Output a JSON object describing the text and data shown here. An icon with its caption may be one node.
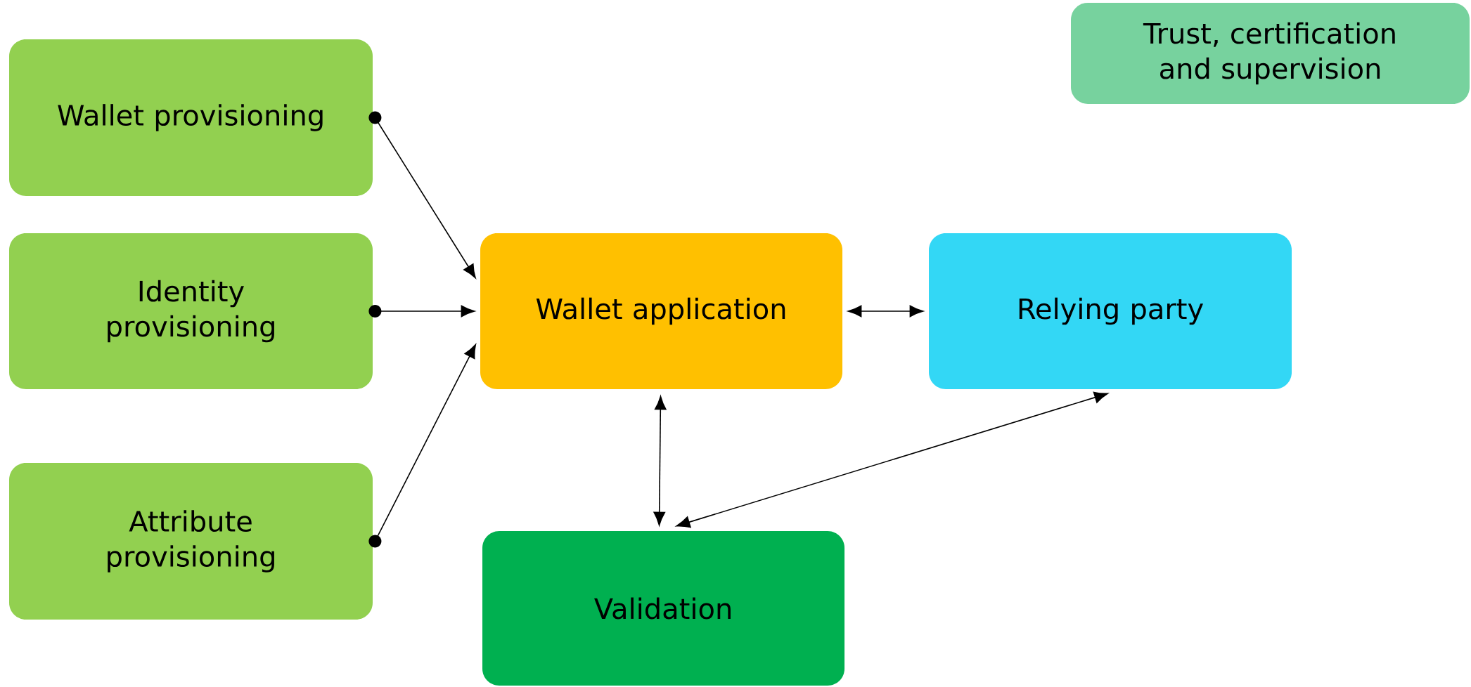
{
  "diagram": {
    "nodes": [
      {
        "text": [
          "Wallet provisioning"
        ]
      },
      {
        "text": [
          "Identity provisioning"
        ]
      },
      {
        "text": [
          "Attribute provisioning"
        ]
      },
      {
        "text": [
          "Wallet application"
        ]
      },
      {
        "text": [
          "Relying party"
        ]
      },
      {
        "text": [
          "Validation"
        ]
      },
      {
        "text": [
          "Trust, certification and supervision"
        ]
      }
    ],
    "edges": [
      {
        "from": 0,
        "to": 3,
        "arrow": "to"
      },
      {
        "from": 1,
        "to": 3,
        "arrow": "to"
      },
      {
        "from": 2,
        "to": 3,
        "arrow": "to"
      },
      {
        "from": 3,
        "to": 4,
        "arrow": "both"
      },
      {
        "from": 3,
        "to": 5,
        "arrow": "both"
      },
      {
        "from": 5,
        "to": 4,
        "arrow": "both"
      }
    ]
  }
}
